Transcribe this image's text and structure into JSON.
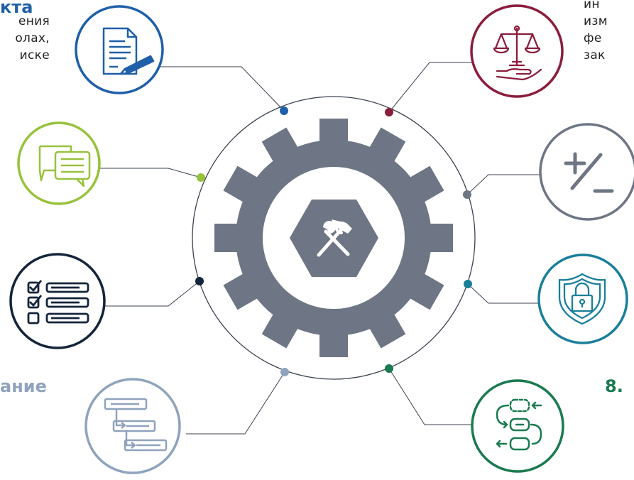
{
  "fragments": {
    "top_left_title": "кта",
    "top_left_body": "ения\nолах,\nиске",
    "top_right_body": "ин\nизм\nфе\nзак",
    "bottom_left_title": "ание",
    "bottom_right_title": "8."
  },
  "colors": {
    "gear": "#6e7585",
    "ring": "#3b4250",
    "connector": "#3b4250",
    "document": "#1f5fa9",
    "chat": "#98c23c",
    "checklist": "#14243a",
    "flowchart": "#8fa3bd",
    "scales": "#8b1d3c",
    "plus_minus": "#6e7585",
    "shield": "#1a7f9a",
    "cycle": "#1a7a50"
  },
  "nodes": [
    {
      "name": "document",
      "icon": "document-pen-icon"
    },
    {
      "name": "chat",
      "icon": "chat-bubbles-icon"
    },
    {
      "name": "checklist",
      "icon": "checklist-icon"
    },
    {
      "name": "flowchart",
      "icon": "flowchart-icon"
    },
    {
      "name": "scales",
      "icon": "scales-hand-icon"
    },
    {
      "name": "plus_minus",
      "icon": "plus-minus-icon"
    },
    {
      "name": "shield",
      "icon": "shield-lock-icon"
    },
    {
      "name": "cycle",
      "icon": "process-cycle-icon"
    }
  ],
  "center": {
    "icon": "hammer-wrench-icon"
  }
}
